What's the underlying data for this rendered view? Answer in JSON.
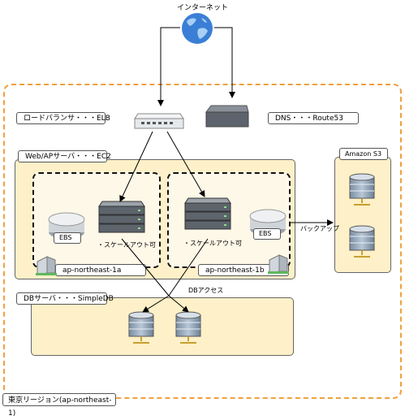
{
  "internet": {
    "label": "インターネット"
  },
  "region": {
    "label": "東京リージョン(ap-northeast-1)"
  },
  "elb": {
    "label": "ロードバランサ・・・ELB"
  },
  "dns": {
    "label": "DNS・・・Route53"
  },
  "web": {
    "label": "Web/APサーバ・・・EC2"
  },
  "az_a": {
    "label": "ap-northeast-1a",
    "ebs": "EBS",
    "scale": "・スケールアウト可"
  },
  "az_b": {
    "label": "ap-northeast-1b",
    "ebs": "EBS",
    "scale": "・スケールアウト可"
  },
  "s3": {
    "label": "Amazon S3",
    "backup": "バックアップ"
  },
  "db": {
    "label": "DBサーバ・・・SimpleDB",
    "access": "DBアクセス"
  },
  "colors": {
    "region_border": "#f0a040",
    "panel_fill": "#fef0c8",
    "globe": "#3a7fd5"
  }
}
